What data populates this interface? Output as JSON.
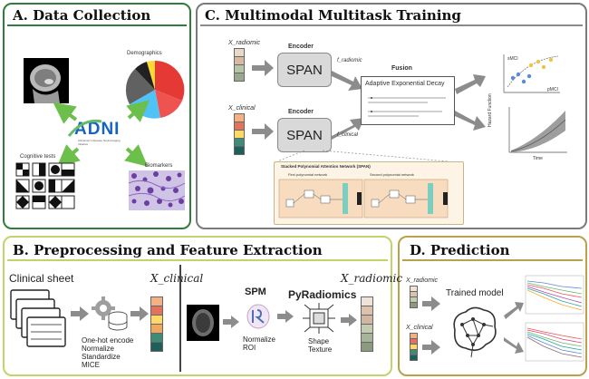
{
  "panels": {
    "a": {
      "title": "A. Data Collection"
    },
    "b": {
      "title": "B. Preprocessing and Feature Extraction"
    },
    "c": {
      "title": "C. Multimodal Multitask Training"
    },
    "d": {
      "title": "D. Prediction"
    }
  },
  "data_collection": {
    "center_logo": "ADNI",
    "logo_sub": "Alzheimer's Disease Neuroimaging Initiative",
    "demographics_label": "Demographics",
    "cognitive_label": "Cognitive tests",
    "biomarkers_label": "Biomarkers"
  },
  "training": {
    "input_top": "X_radiomic",
    "input_bottom": "X_clinical",
    "encoder_label": "Encoder",
    "encoder_name": "SPAN",
    "latent_top": "f_radiomic",
    "latent_bottom": "f_clinical",
    "fusion_label": "Fusion",
    "fusion_method": "Adaptive Exponential Decay",
    "attention_title": "Stacked Polynomial Attention Network (SPAN)",
    "first_block": "First polynomial network",
    "second_block": "Second polynomial network",
    "classes": [
      "sMCI",
      "pMCI"
    ],
    "time_axis": "Time",
    "risk_axis": "Hazard Function"
  },
  "preprocessing": {
    "clinical_sheet": "Clinical sheet",
    "steps": [
      "One-hot encode",
      "Normalize",
      "Standardize",
      "MICE"
    ],
    "x_clinical": "X_clinical",
    "spm_label": "SPM",
    "spm_steps": [
      "Normalize",
      "ROI"
    ],
    "pyradiomics": "PyRadiomics",
    "radiomic_feats": [
      "Shape",
      "Texture"
    ],
    "x_radiomic": "X_radiomic"
  },
  "prediction": {
    "model_label": "Trained model",
    "input_top": "X_radiomic",
    "input_bottom": "X_clinical"
  },
  "colors": {
    "green_frame": "#2f7d3a",
    "gray_frame": "#7a7a7a",
    "olive_frame": "#c3d36a",
    "gold_frame": "#b8a24b",
    "arrow_gray": "#8c8c8c",
    "arrow_green": "#6cbf4a"
  }
}
